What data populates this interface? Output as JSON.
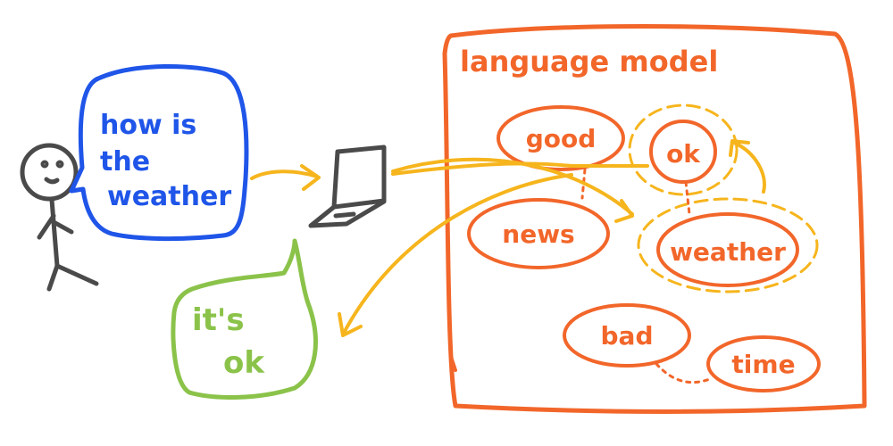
{
  "user_bubble": {
    "lines": [
      "how is",
      "the",
      "weather"
    ],
    "color": "#1f55e8"
  },
  "reply_bubble": {
    "lines": [
      "it's",
      "ok"
    ],
    "color": "#8bc34a"
  },
  "language_model": {
    "title": "language model",
    "color": "#f2662a",
    "nodes": {
      "good": "good",
      "ok": "ok",
      "news": "news",
      "weather": "weather",
      "bad": "bad",
      "time": "time"
    }
  },
  "colors": {
    "arrow": "#f6b51d",
    "device": "#4a4a4a"
  },
  "icons": [
    "stick-figure-icon",
    "laptop-icon"
  ]
}
